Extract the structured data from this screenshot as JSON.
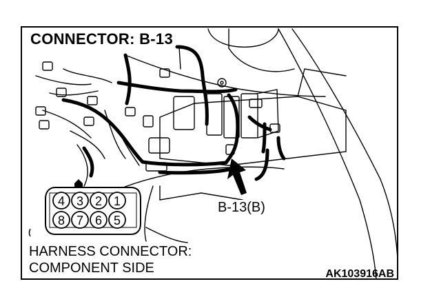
{
  "diagram": {
    "title": "CONNECTOR: B-13",
    "callout": "B-13(B)",
    "caption_line1": "HARNESS CONNECTOR:",
    "caption_line2": "COMPONENT SIDE",
    "image_code": "AK103916AB"
  },
  "connector": {
    "top_row": [
      "4",
      "3",
      "2",
      "1"
    ],
    "bottom_row": [
      "8",
      "7",
      "6",
      "5"
    ]
  }
}
